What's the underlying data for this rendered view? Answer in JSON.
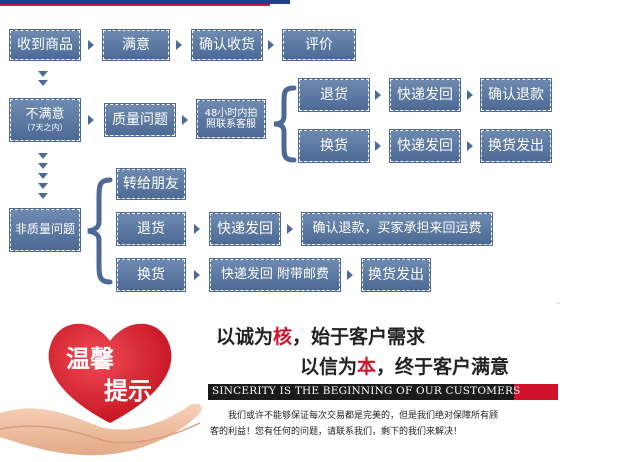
{
  "flow": {
    "row1": [
      "收到商品",
      "满意",
      "确认收货",
      "评价"
    ],
    "unsatisfied": {
      "label": "不满意",
      "sub": "（7天之内）"
    },
    "quality_issue": "质量问题",
    "contact_48h": [
      "48小时内拍",
      "照联系客服"
    ],
    "return_branch": [
      "退货",
      "快递发回",
      "确认退款"
    ],
    "exchange_branch": [
      "换货",
      "快递发回",
      "换货发出"
    ],
    "non_quality": "非质量问题",
    "nq_transfer": "转给朋友",
    "nq_return": [
      "退货",
      "快递发回",
      "确认退款，买家承担来回运费"
    ],
    "nq_exchange": [
      "换货",
      "快递发回 附带邮费",
      "换货发出"
    ]
  },
  "banner": {
    "heart_line1": "温馨",
    "heart_line2": "提示",
    "slogan1_a": "以诚为",
    "slogan1_hl": "核",
    "slogan1_b": "，始于客户需求",
    "slogan2_a": "以信为",
    "slogan2_hl": "本",
    "slogan2_b": "，终于客户满意",
    "english": "SINCERITY IS THE BEGINNING OF OUR CUSTOMERS",
    "note_line1": "我们或许不能够保证每次交易都是完美的，但是我们绝对保障所有顾",
    "note_line2": "客的利益！您有任何的问题，请联系我们，剩下的我们来解决！"
  },
  "colors": {
    "box": "#5b78a2",
    "accent": "#d0122b",
    "heart": "#d81d2f"
  }
}
